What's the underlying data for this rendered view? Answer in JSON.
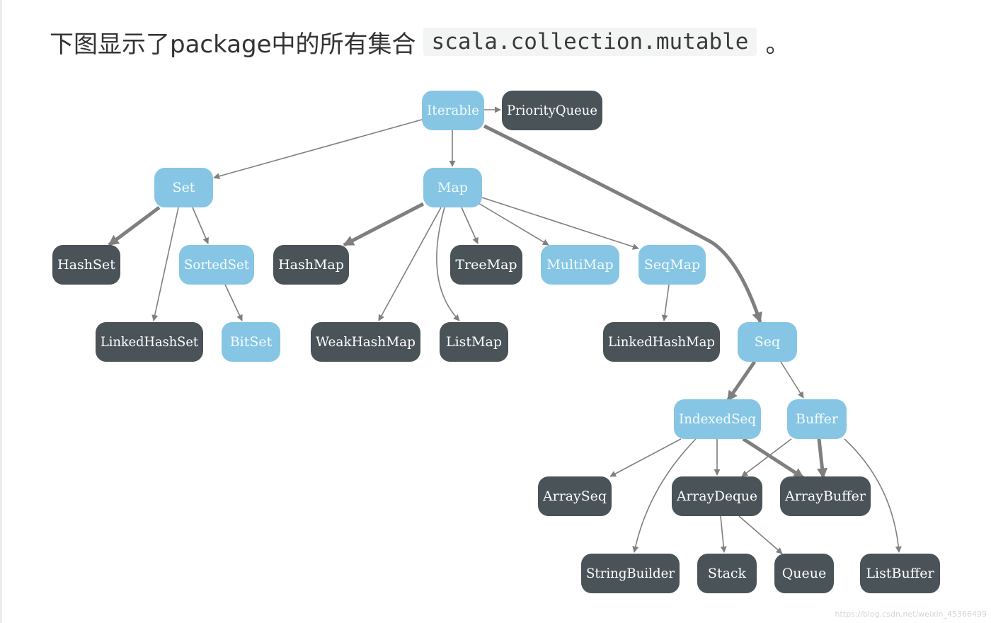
{
  "heading": {
    "text": "下图显示了package中的所有集合",
    "code": "scala.collection.mutable",
    "tail": "。"
  },
  "watermark": "https://blog.csdn.net/weixin_45366499",
  "colors": {
    "light_node": "#86c6e4",
    "dark_node": "#4a5357",
    "light_text": "#f4fbff",
    "dark_text": "#ffffff",
    "edge": "#7f7f7f"
  },
  "nodes": [
    {
      "id": "Iterable",
      "label": "Iterable",
      "style": "light"
    },
    {
      "id": "PriorityQueue",
      "label": "PriorityQueue",
      "style": "dark"
    },
    {
      "id": "Set",
      "label": "Set",
      "style": "light"
    },
    {
      "id": "Map",
      "label": "Map",
      "style": "light"
    },
    {
      "id": "HashSet",
      "label": "HashSet",
      "style": "dark"
    },
    {
      "id": "SortedSet",
      "label": "SortedSet",
      "style": "light"
    },
    {
      "id": "HashMap",
      "label": "HashMap",
      "style": "dark"
    },
    {
      "id": "TreeMap",
      "label": "TreeMap",
      "style": "dark"
    },
    {
      "id": "MultiMap",
      "label": "MultiMap",
      "style": "light"
    },
    {
      "id": "SeqMap",
      "label": "SeqMap",
      "style": "light"
    },
    {
      "id": "LinkedHashSet",
      "label": "LinkedHashSet",
      "style": "dark"
    },
    {
      "id": "BitSet",
      "label": "BitSet",
      "style": "light"
    },
    {
      "id": "WeakHashMap",
      "label": "WeakHashMap",
      "style": "dark"
    },
    {
      "id": "ListMap",
      "label": "ListMap",
      "style": "dark"
    },
    {
      "id": "LinkedHashMap",
      "label": "LinkedHashMap",
      "style": "dark"
    },
    {
      "id": "Seq",
      "label": "Seq",
      "style": "light"
    },
    {
      "id": "IndexedSeq",
      "label": "IndexedSeq",
      "style": "light"
    },
    {
      "id": "Buffer",
      "label": "Buffer",
      "style": "light"
    },
    {
      "id": "ArraySeq",
      "label": "ArraySeq",
      "style": "dark"
    },
    {
      "id": "ArrayDeque",
      "label": "ArrayDeque",
      "style": "dark"
    },
    {
      "id": "ArrayBuffer",
      "label": "ArrayBuffer",
      "style": "dark"
    },
    {
      "id": "StringBuilder",
      "label": "StringBuilder",
      "style": "dark"
    },
    {
      "id": "Stack",
      "label": "Stack",
      "style": "dark"
    },
    {
      "id": "Queue",
      "label": "Queue",
      "style": "dark"
    },
    {
      "id": "ListBuffer",
      "label": "ListBuffer",
      "style": "dark"
    }
  ],
  "edges": [
    {
      "from": "Iterable",
      "to": "PriorityQueue",
      "weight": "thin"
    },
    {
      "from": "Iterable",
      "to": "Set",
      "weight": "thin"
    },
    {
      "from": "Iterable",
      "to": "Map",
      "weight": "thin"
    },
    {
      "from": "Iterable",
      "to": "Seq",
      "weight": "thick"
    },
    {
      "from": "Set",
      "to": "HashSet",
      "weight": "thick"
    },
    {
      "from": "Set",
      "to": "SortedSet",
      "weight": "thin"
    },
    {
      "from": "Set",
      "to": "LinkedHashSet",
      "weight": "thin"
    },
    {
      "from": "SortedSet",
      "to": "BitSet",
      "weight": "thin"
    },
    {
      "from": "Map",
      "to": "HashMap",
      "weight": "thick"
    },
    {
      "from": "Map",
      "to": "TreeMap",
      "weight": "thin"
    },
    {
      "from": "Map",
      "to": "MultiMap",
      "weight": "thin"
    },
    {
      "from": "Map",
      "to": "SeqMap",
      "weight": "thin"
    },
    {
      "from": "Map",
      "to": "WeakHashMap",
      "weight": "thin"
    },
    {
      "from": "Map",
      "to": "ListMap",
      "weight": "thin"
    },
    {
      "from": "SeqMap",
      "to": "LinkedHashMap",
      "weight": "thin"
    },
    {
      "from": "Seq",
      "to": "IndexedSeq",
      "weight": "thick"
    },
    {
      "from": "Seq",
      "to": "Buffer",
      "weight": "thin"
    },
    {
      "from": "IndexedSeq",
      "to": "ArraySeq",
      "weight": "thin"
    },
    {
      "from": "IndexedSeq",
      "to": "ArrayDeque",
      "weight": "thin"
    },
    {
      "from": "IndexedSeq",
      "to": "ArrayBuffer",
      "weight": "thick"
    },
    {
      "from": "IndexedSeq",
      "to": "StringBuilder",
      "weight": "thin"
    },
    {
      "from": "Buffer",
      "to": "ArrayDeque",
      "weight": "thin"
    },
    {
      "from": "Buffer",
      "to": "ArrayBuffer",
      "weight": "thick"
    },
    {
      "from": "Buffer",
      "to": "ListBuffer",
      "weight": "thin"
    },
    {
      "from": "ArrayDeque",
      "to": "Stack",
      "weight": "thin"
    },
    {
      "from": "ArrayDeque",
      "to": "Queue",
      "weight": "thin"
    }
  ]
}
